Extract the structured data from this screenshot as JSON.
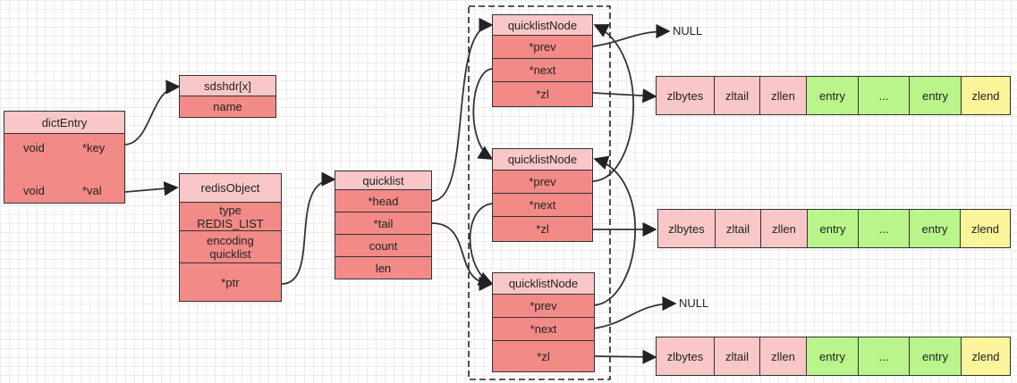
{
  "dictEntry": {
    "title": "dictEntry",
    "key_type": "void",
    "key_name": "*key",
    "val_type": "void",
    "val_name": "*val"
  },
  "sdshdr": {
    "title": "sdshdr[x]",
    "field": "name"
  },
  "redisObject": {
    "title": "redisObject",
    "type": "type\nREDIS_LIST",
    "encoding": "encoding\nquicklist",
    "ptr": "*ptr"
  },
  "quicklist": {
    "title": "quicklist",
    "fields": [
      "*head",
      "*tail",
      "count",
      "len"
    ]
  },
  "nodes": [
    {
      "title": "quicklistNode",
      "prev": "*prev",
      "next": "*next",
      "zl": "*zl"
    },
    {
      "title": "quicklistNode",
      "prev": "*prev",
      "next": "*next",
      "zl": "*zl"
    },
    {
      "title": "quicklistNode",
      "prev": "*prev",
      "next": "*next",
      "zl": "*zl"
    }
  ],
  "null_label": "NULL",
  "ziplists": [
    [
      "zlbytes",
      "zltail",
      "zllen",
      "entry",
      "...",
      "entry",
      "zlend"
    ],
    [
      "zlbytes",
      "zltail",
      "zllen",
      "entry",
      "...",
      "entry",
      "zlend"
    ],
    [
      "zlbytes",
      "zltail",
      "zllen",
      "entry",
      "...",
      "entry",
      "zlend"
    ]
  ],
  "colors": {
    "header_pink": "#f9c7c7",
    "field_red": "#f28a87",
    "entry_green": "#b9f58a",
    "zlend_yellow": "#faf59a"
  }
}
